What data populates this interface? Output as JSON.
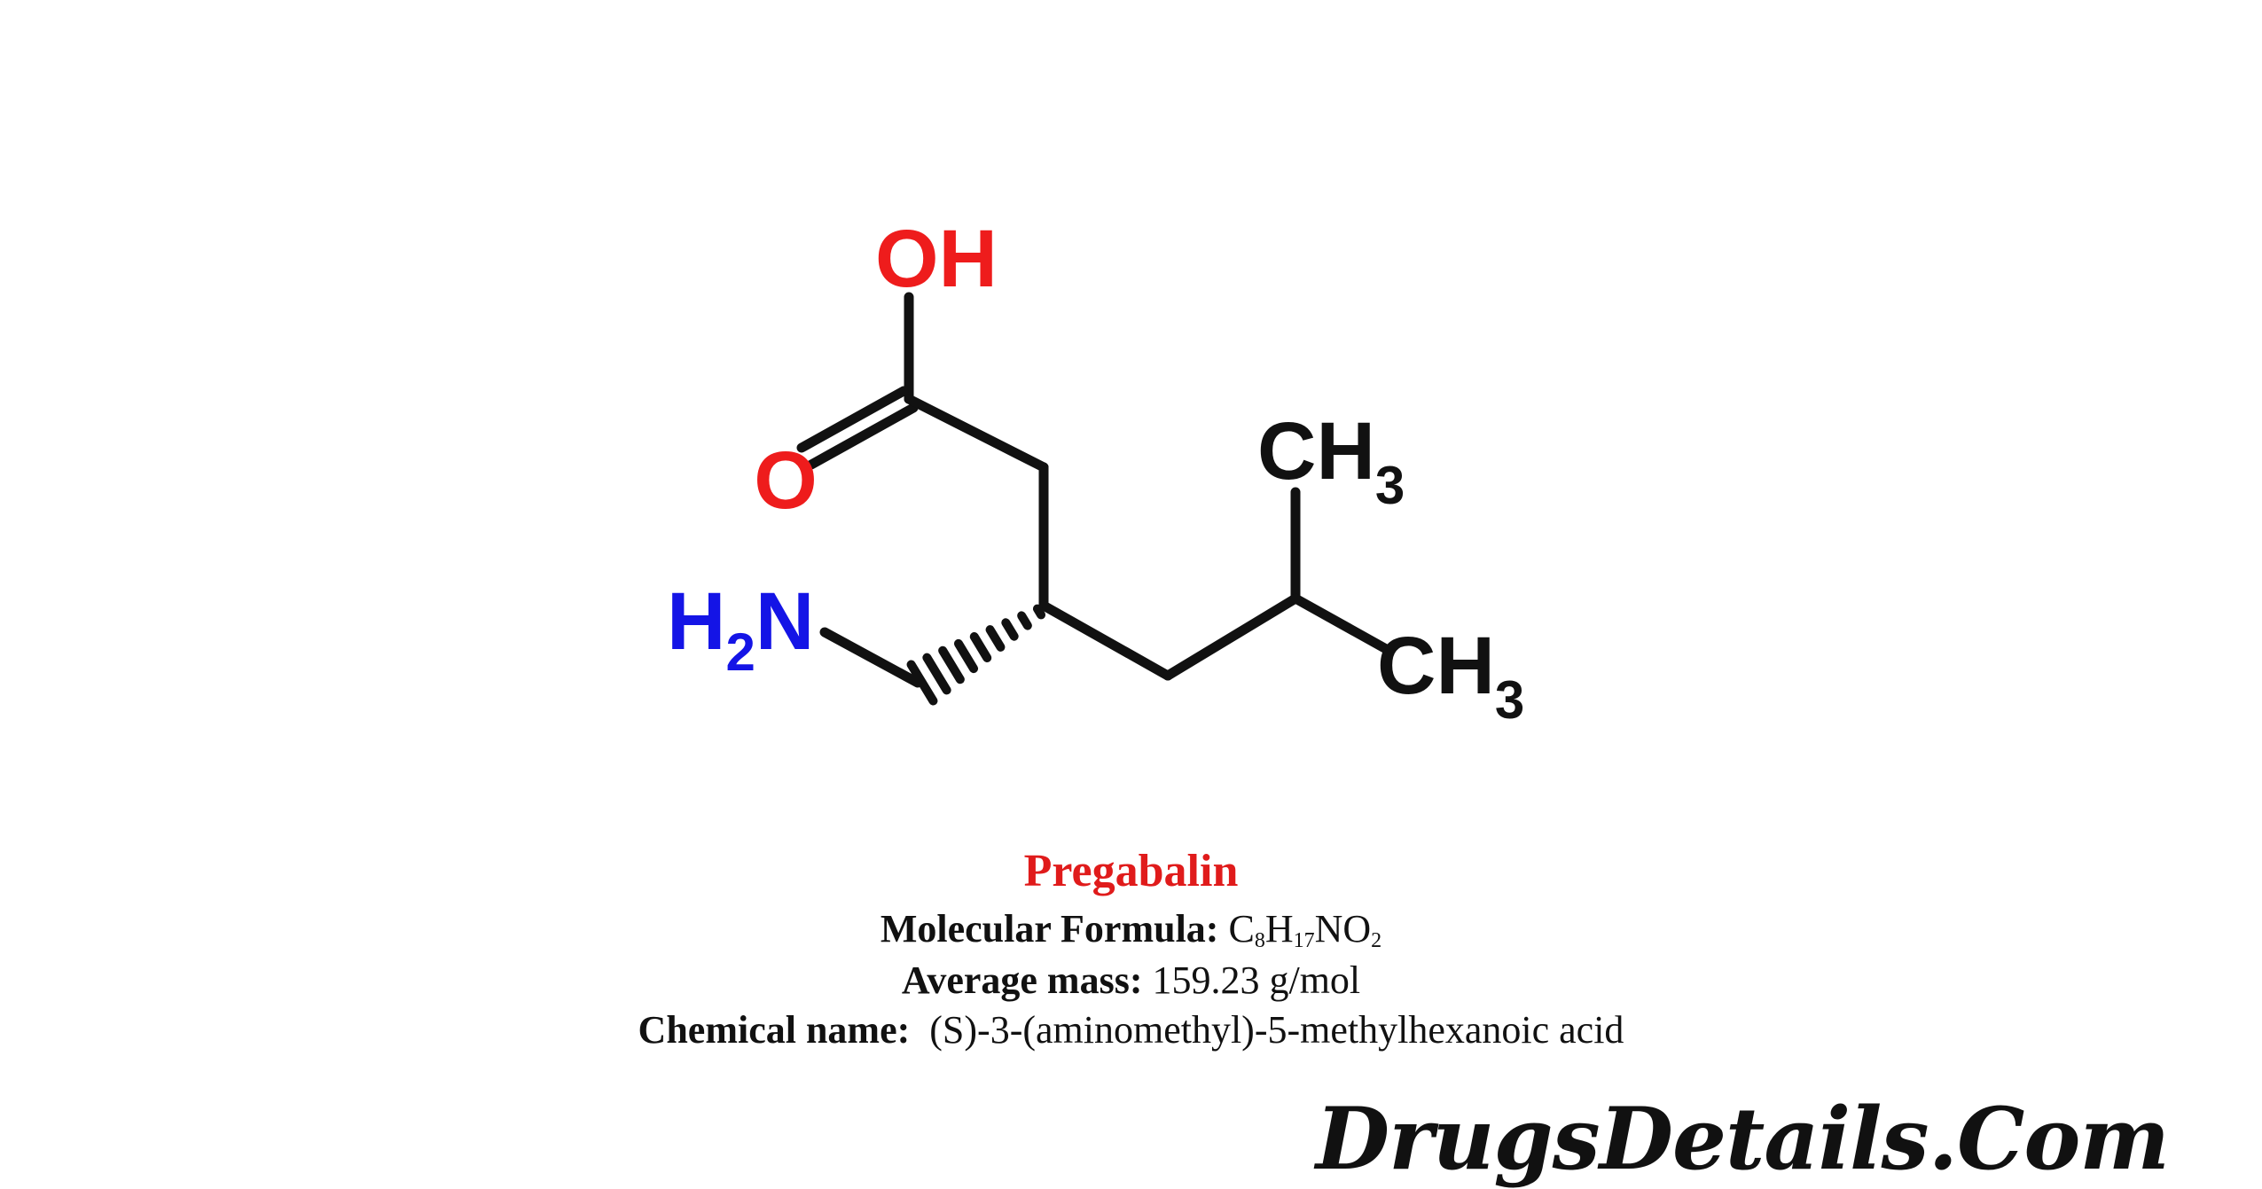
{
  "molecule": {
    "atoms": {
      "oh": "OH",
      "o": "O",
      "h2n_h": "H",
      "h2n_sub": "2",
      "h2n_n": "N",
      "ch3_top": "CH",
      "ch3_top_sub": "3",
      "ch3_right": "CH",
      "ch3_right_sub": "3"
    },
    "colors": {
      "bond": "#111111",
      "oxygen": "#ee1c1c",
      "nitrogen": "#1414e6",
      "carbon_label": "#111111"
    }
  },
  "info": {
    "name": "Pregabalin",
    "name_color": "#e01b1b",
    "formula_label": "Molecular Formula:",
    "formula": {
      "c": "C",
      "c_n": "8",
      "h": "H",
      "h_n": "17",
      "no": "NO",
      "o_n": "2"
    },
    "mass_label": "Average mass:",
    "mass_value": "159.23 g/mol",
    "chem_label": "Chemical name:",
    "chem_value": "(S)-3-(aminomethyl)-5-methylhexanoic acid"
  },
  "watermark": "DrugsDetails.Com"
}
